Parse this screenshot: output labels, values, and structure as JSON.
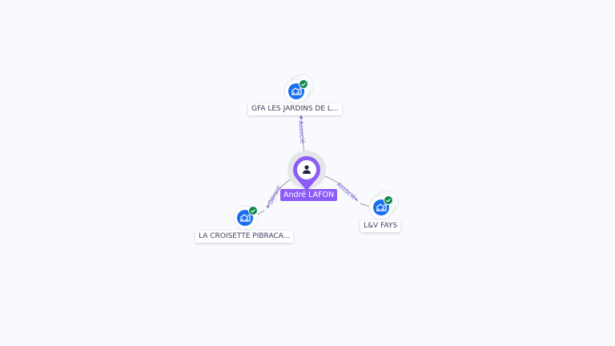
{
  "center": {
    "label": "André LAFON",
    "icon": "person-icon",
    "color": "#8b5cf6"
  },
  "nodes": [
    {
      "label": "GFA LES JARDINS DE L...",
      "icon": "building-icon",
      "verified": true,
      "relation": "Associé"
    },
    {
      "label": "LA CROISETTE PIBRACA...",
      "icon": "building-icon",
      "verified": true,
      "relation": "Gérant"
    },
    {
      "label": "L&V FAYS",
      "icon": "building-icon",
      "verified": true,
      "relation": "Associé"
    }
  ],
  "colors": {
    "node": "#1a6ff0",
    "check": "#0f8a4a",
    "edge_label": "#7c5ce6"
  }
}
